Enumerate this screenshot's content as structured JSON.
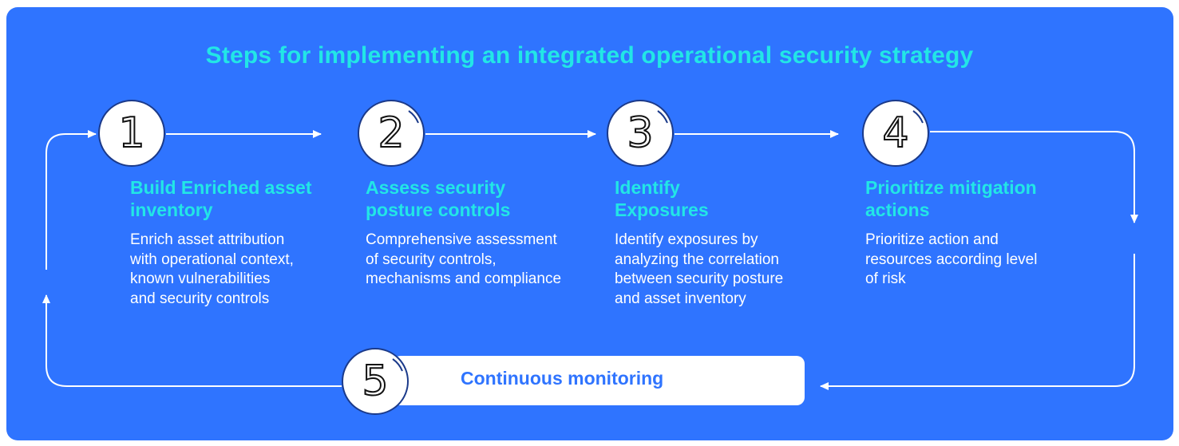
{
  "title": "Steps for implementing an integrated operational security strategy",
  "colors": {
    "background": "#2f74ff",
    "accent": "#22e6e6",
    "text": "#ffffff",
    "circle_border": "#1b3a8a"
  },
  "steps": [
    {
      "number": "1",
      "title": "Build Enriched asset\ninventory",
      "description": "Enrich asset attribution\nwith operational context,\nknown vulnerabilities\nand security controls"
    },
    {
      "number": "2",
      "title": "Assess security\nposture controls",
      "description": "Comprehensive assessment\nof security controls,\nmechanisms and compliance"
    },
    {
      "number": "3",
      "title": "Identify\nExposures",
      "description": "Identify exposures by\nanalyzing the correlation\nbetween security posture\nand asset inventory"
    },
    {
      "number": "4",
      "title": "Prioritize mitigation\nactions",
      "description": "Prioritize action and\nresources according level\nof risk"
    },
    {
      "number": "5",
      "title": "Continuous monitoring"
    }
  ]
}
